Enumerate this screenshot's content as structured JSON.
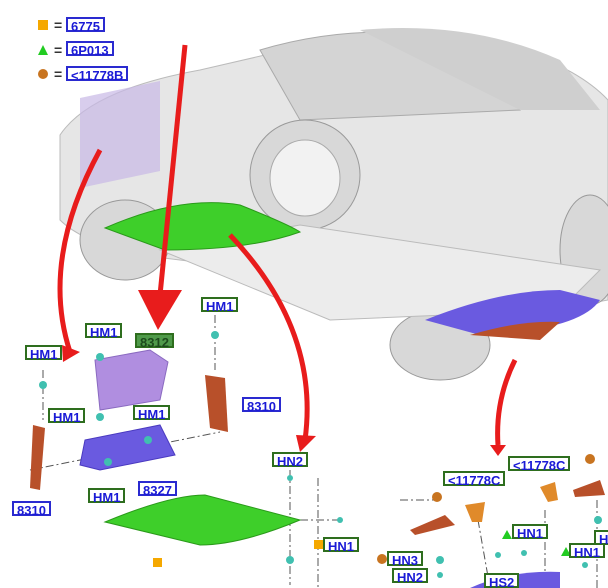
{
  "legend": [
    {
      "symbol": "square",
      "color": "#f5a800",
      "part": "6775"
    },
    {
      "symbol": "triangle",
      "color": "#22cc22",
      "part": "6P013"
    },
    {
      "symbol": "circle",
      "color": "#c87420",
      "part": "<11778B"
    }
  ],
  "legend_equals": "=",
  "callouts": {
    "hm1": "HM1",
    "p8312": "8312",
    "p8310": "8310",
    "p8327": "8327",
    "hn1": "HN1",
    "hn2": "HN2",
    "hn3": "HN3",
    "hs2": "HS2",
    "hs": "HS",
    "p11778c": "<11778C"
  },
  "colors": {
    "arrow": "#e81c1c",
    "green_part": "#3ecf2a",
    "purple_part": "#b08ee0",
    "blue_part": "#6a5ae0",
    "bracket": "#b8502a",
    "clip": "#40c0b0"
  }
}
